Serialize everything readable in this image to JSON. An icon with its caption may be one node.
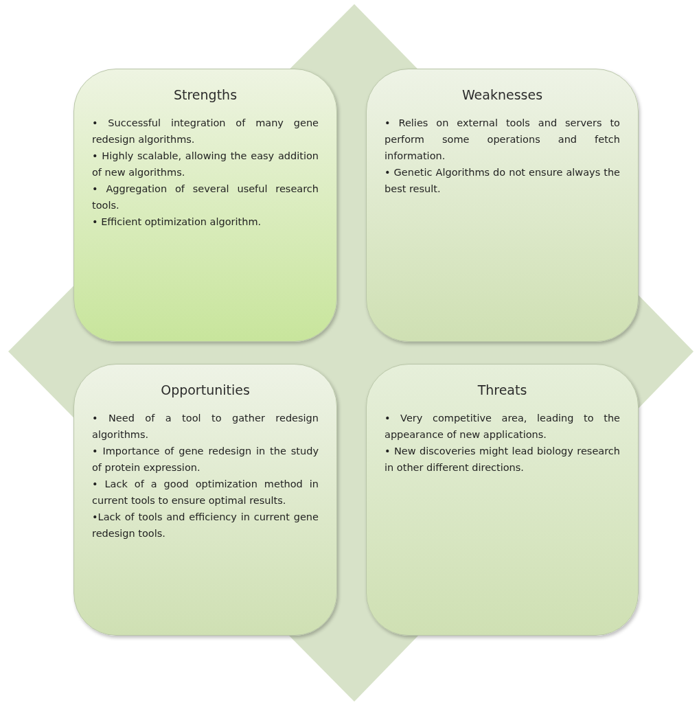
{
  "diagram": {
    "nodes": [
      {
        "text": [
          "Strengths",
          "• Successful integration of many gene redesign algorithms.",
          "• Highly scalable, allowing the easy addition of new algorithms.",
          "• Aggregation of several useful research tools.",
          "• Efficient optimization algorithm."
        ]
      },
      {
        "text": [
          "Weaknesses",
          "• Relies on external tools and servers to perform some operations and fetch information.",
          "• Genetic Algorithms do not ensure always the best result."
        ]
      },
      {
        "text": [
          "Opportunities",
          "• Need of a tool to gather redesign algorithms.",
          "• Importance of gene redesign in the study of protein expression.",
          "• Lack of a good optimization method in current tools to ensure optimal results.",
          "•Lack of tools and efficiency in current gene redesign tools."
        ]
      },
      {
        "text": [
          "Threats",
          "• Very competitive area, leading to the appearance of new applications.",
          "• New discoveries might lead biology research in other different directions."
        ]
      }
    ]
  }
}
